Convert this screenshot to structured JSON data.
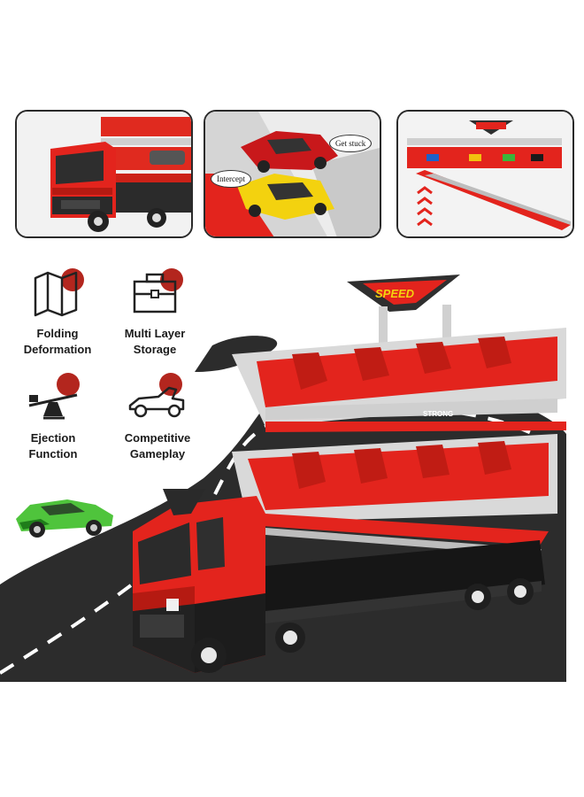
{
  "panels": {
    "jump": {
      "callout_intercept": "Intercept",
      "callout_stuck": "Get stuck"
    }
  },
  "features": [
    {
      "label": "Folding\nDeformation",
      "icon": "folding-map-icon"
    },
    {
      "label": "Multi Layer\nStorage",
      "icon": "toolbox-icon"
    },
    {
      "label": "Ejection\nFunction",
      "icon": "seesaw-icon"
    },
    {
      "label": "Competitive\nGameplay",
      "icon": "race-car-icon"
    }
  ],
  "truck": {
    "logo_text": "SPEED",
    "side_text": "STRONG"
  },
  "colors": {
    "accent_red": "#e3241d",
    "dark_red": "#9e1a14",
    "road": "#2c2c2c",
    "ramp_grey": "#d9d9d9",
    "icon_red": "#b3261e"
  }
}
